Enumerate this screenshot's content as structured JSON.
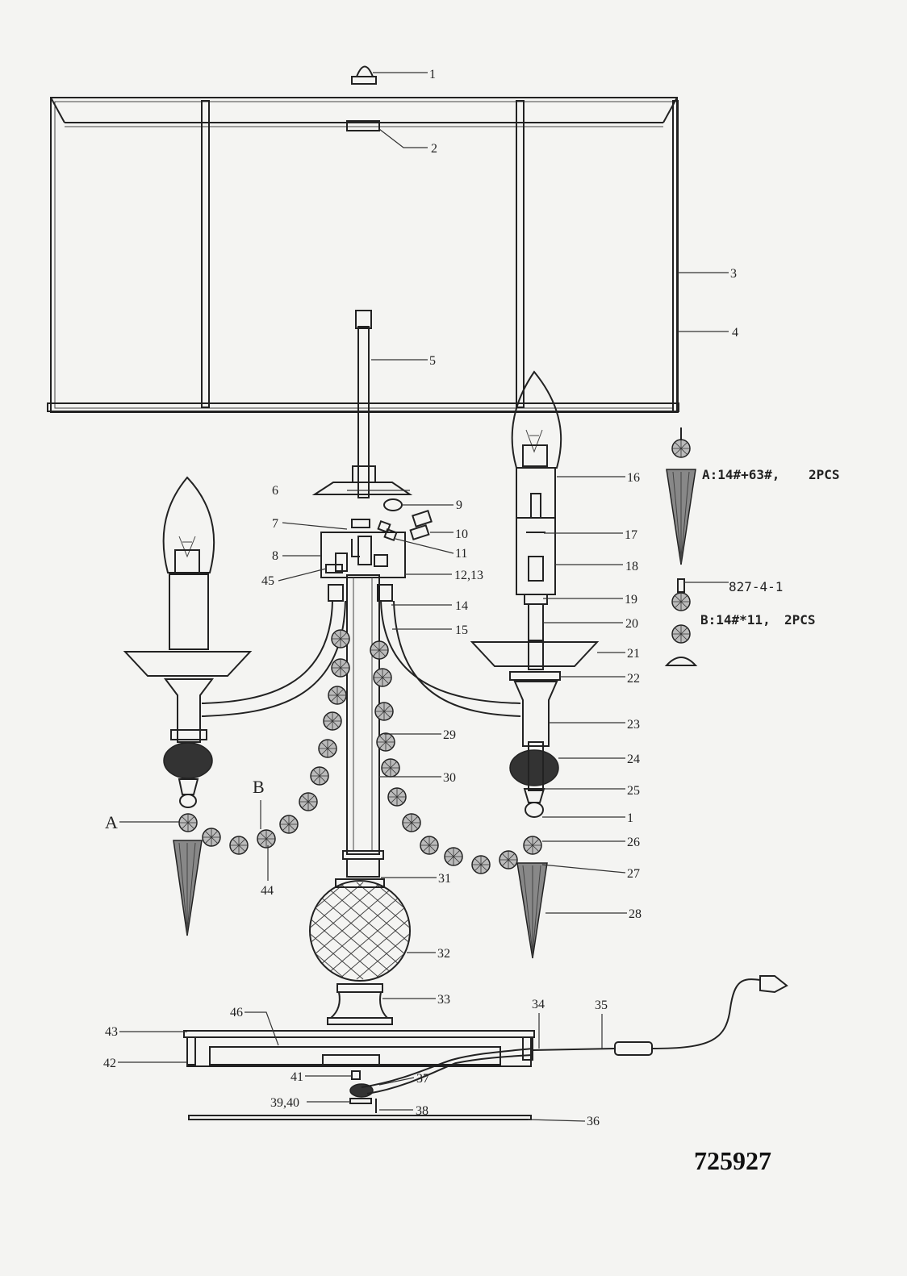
{
  "drawing_number": "725927",
  "notes": {
    "a": "A:14#+63#,",
    "a_qty": "2PCS",
    "part_code": "827-4-1",
    "b": "B:14#*11,",
    "b_qty": "2PCS"
  },
  "letters": {
    "a": "A",
    "b": "B"
  },
  "labels": {
    "l1": "1",
    "l2": "2",
    "l3": "3",
    "l4": "4",
    "l5": "5",
    "l6": "6",
    "l7": "7",
    "l8": "8",
    "l9": "9",
    "l10": "10",
    "l11": "11",
    "l12_13": "12,13",
    "l14": "14",
    "l15": "15",
    "l16": "16",
    "l17": "17",
    "l18": "18",
    "l19": "19",
    "l20": "20",
    "l21": "21",
    "l22": "22",
    "l23": "23",
    "l24": "24",
    "l25": "25",
    "l1b": "1",
    "l26": "26",
    "l27": "27",
    "l28": "28",
    "l29": "29",
    "l30": "30",
    "l31": "31",
    "l32": "32",
    "l33": "33",
    "l34": "34",
    "l35": "35",
    "l36": "36",
    "l37": "37",
    "l38": "38",
    "l39_40": "39,40",
    "l41": "41",
    "l42": "42",
    "l43": "43",
    "l44": "44",
    "l45": "45",
    "l46": "46"
  }
}
